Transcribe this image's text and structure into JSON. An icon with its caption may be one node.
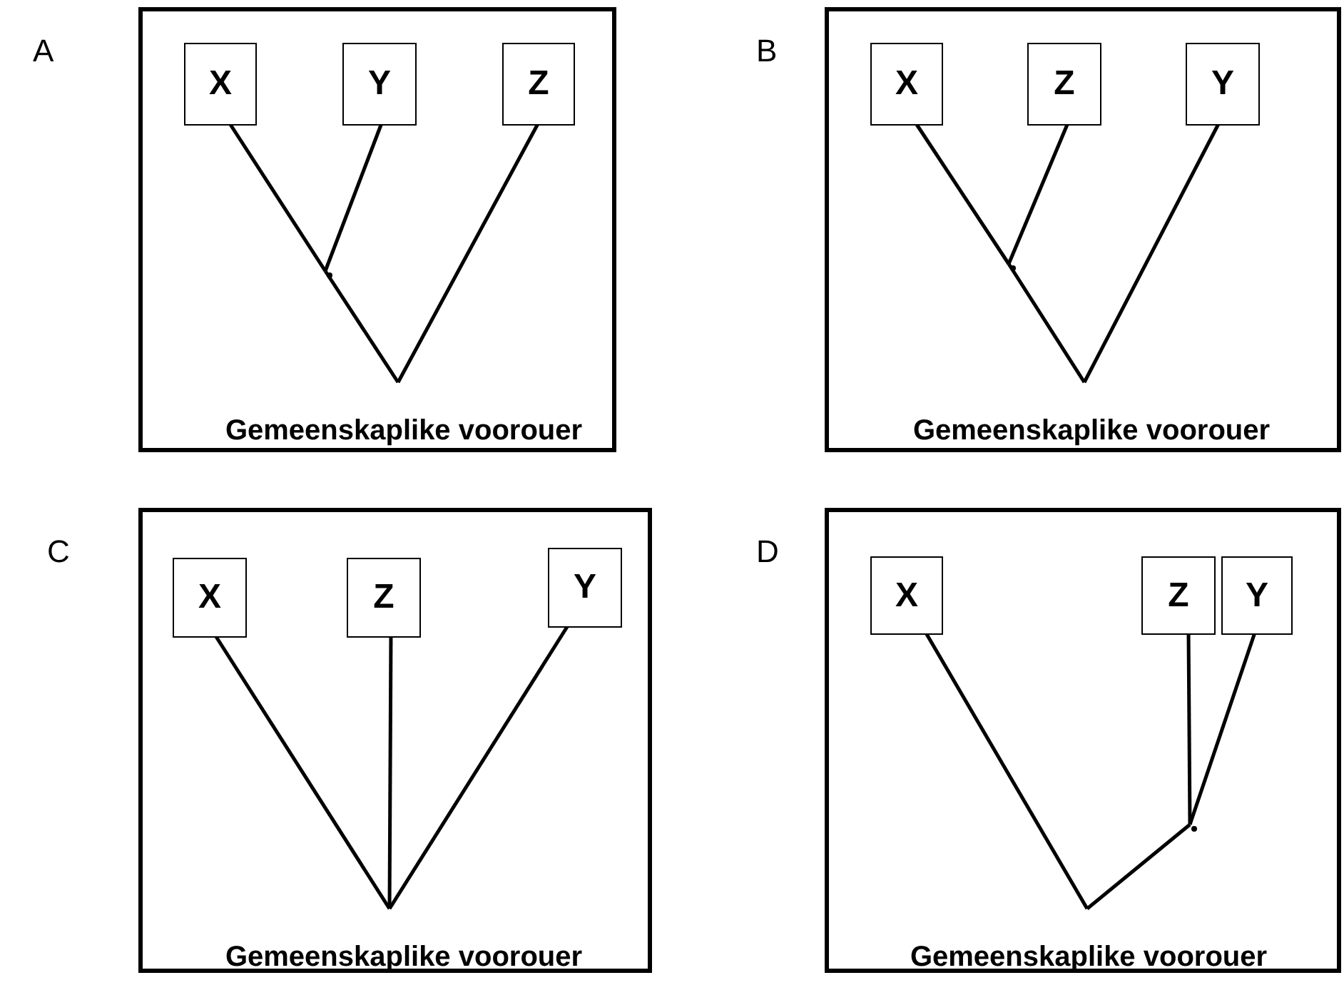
{
  "diagram": {
    "nodes": [
      {
        "text": [
          "A"
        ]
      },
      {
        "text": [
          "X"
        ],
        "in": 0
      },
      {
        "text": [
          "Y"
        ],
        "in": 0
      },
      {
        "text": [
          "Z"
        ],
        "in": 0
      },
      {
        "text": [],
        "shape": "point",
        "in": 0
      },
      {
        "text": [
          "Gemeenskaplike voorouer"
        ],
        "in": 0
      },
      {
        "text": [
          "B"
        ]
      },
      {
        "text": [
          "X"
        ],
        "in": 6
      },
      {
        "text": [
          "Z"
        ],
        "in": 6
      },
      {
        "text": [
          "Y"
        ],
        "in": 6
      },
      {
        "text": [],
        "shape": "point",
        "in": 6
      },
      {
        "text": [
          "Gemeenskaplike voorouer"
        ],
        "in": 6
      },
      {
        "text": [
          "C"
        ]
      },
      {
        "text": [
          "X"
        ],
        "in": 12
      },
      {
        "text": [
          "Z"
        ],
        "in": 12
      },
      {
        "text": [
          "Y"
        ],
        "in": 12
      },
      {
        "text": [
          "Gemeenskaplike voorouer"
        ],
        "in": 12
      },
      {
        "text": [
          "D"
        ]
      },
      {
        "text": [
          "X"
        ],
        "in": 17
      },
      {
        "text": [
          "Z"
        ],
        "in": 17
      },
      {
        "text": [
          "Y"
        ],
        "in": 17
      },
      {
        "text": [],
        "shape": "point",
        "in": 17
      },
      {
        "text": [
          "Gemeenskaplike voorouer"
        ],
        "in": 17
      }
    ],
    "edges": [
      {
        "from": 1,
        "to": 4,
        "arrow": "none"
      },
      {
        "from": 2,
        "to": 4,
        "arrow": "none"
      },
      {
        "from": 4,
        "to": 5,
        "arrow": "none"
      },
      {
        "from": 3,
        "to": 5,
        "arrow": "none"
      },
      {
        "from": 7,
        "to": 10,
        "arrow": "none"
      },
      {
        "from": 8,
        "to": 10,
        "arrow": "none"
      },
      {
        "from": 10,
        "to": 11,
        "arrow": "none"
      },
      {
        "from": 9,
        "to": 11,
        "arrow": "none"
      },
      {
        "from": 13,
        "to": 16,
        "arrow": "none"
      },
      {
        "from": 14,
        "to": 16,
        "arrow": "none"
      },
      {
        "from": 15,
        "to": 16,
        "arrow": "none"
      },
      {
        "from": 18,
        "to": 22,
        "arrow": "none"
      },
      {
        "from": 19,
        "to": 21,
        "arrow": "none"
      },
      {
        "from": 20,
        "to": 21,
        "arrow": "none"
      },
      {
        "from": 21,
        "to": 22,
        "arrow": "none"
      }
    ]
  }
}
